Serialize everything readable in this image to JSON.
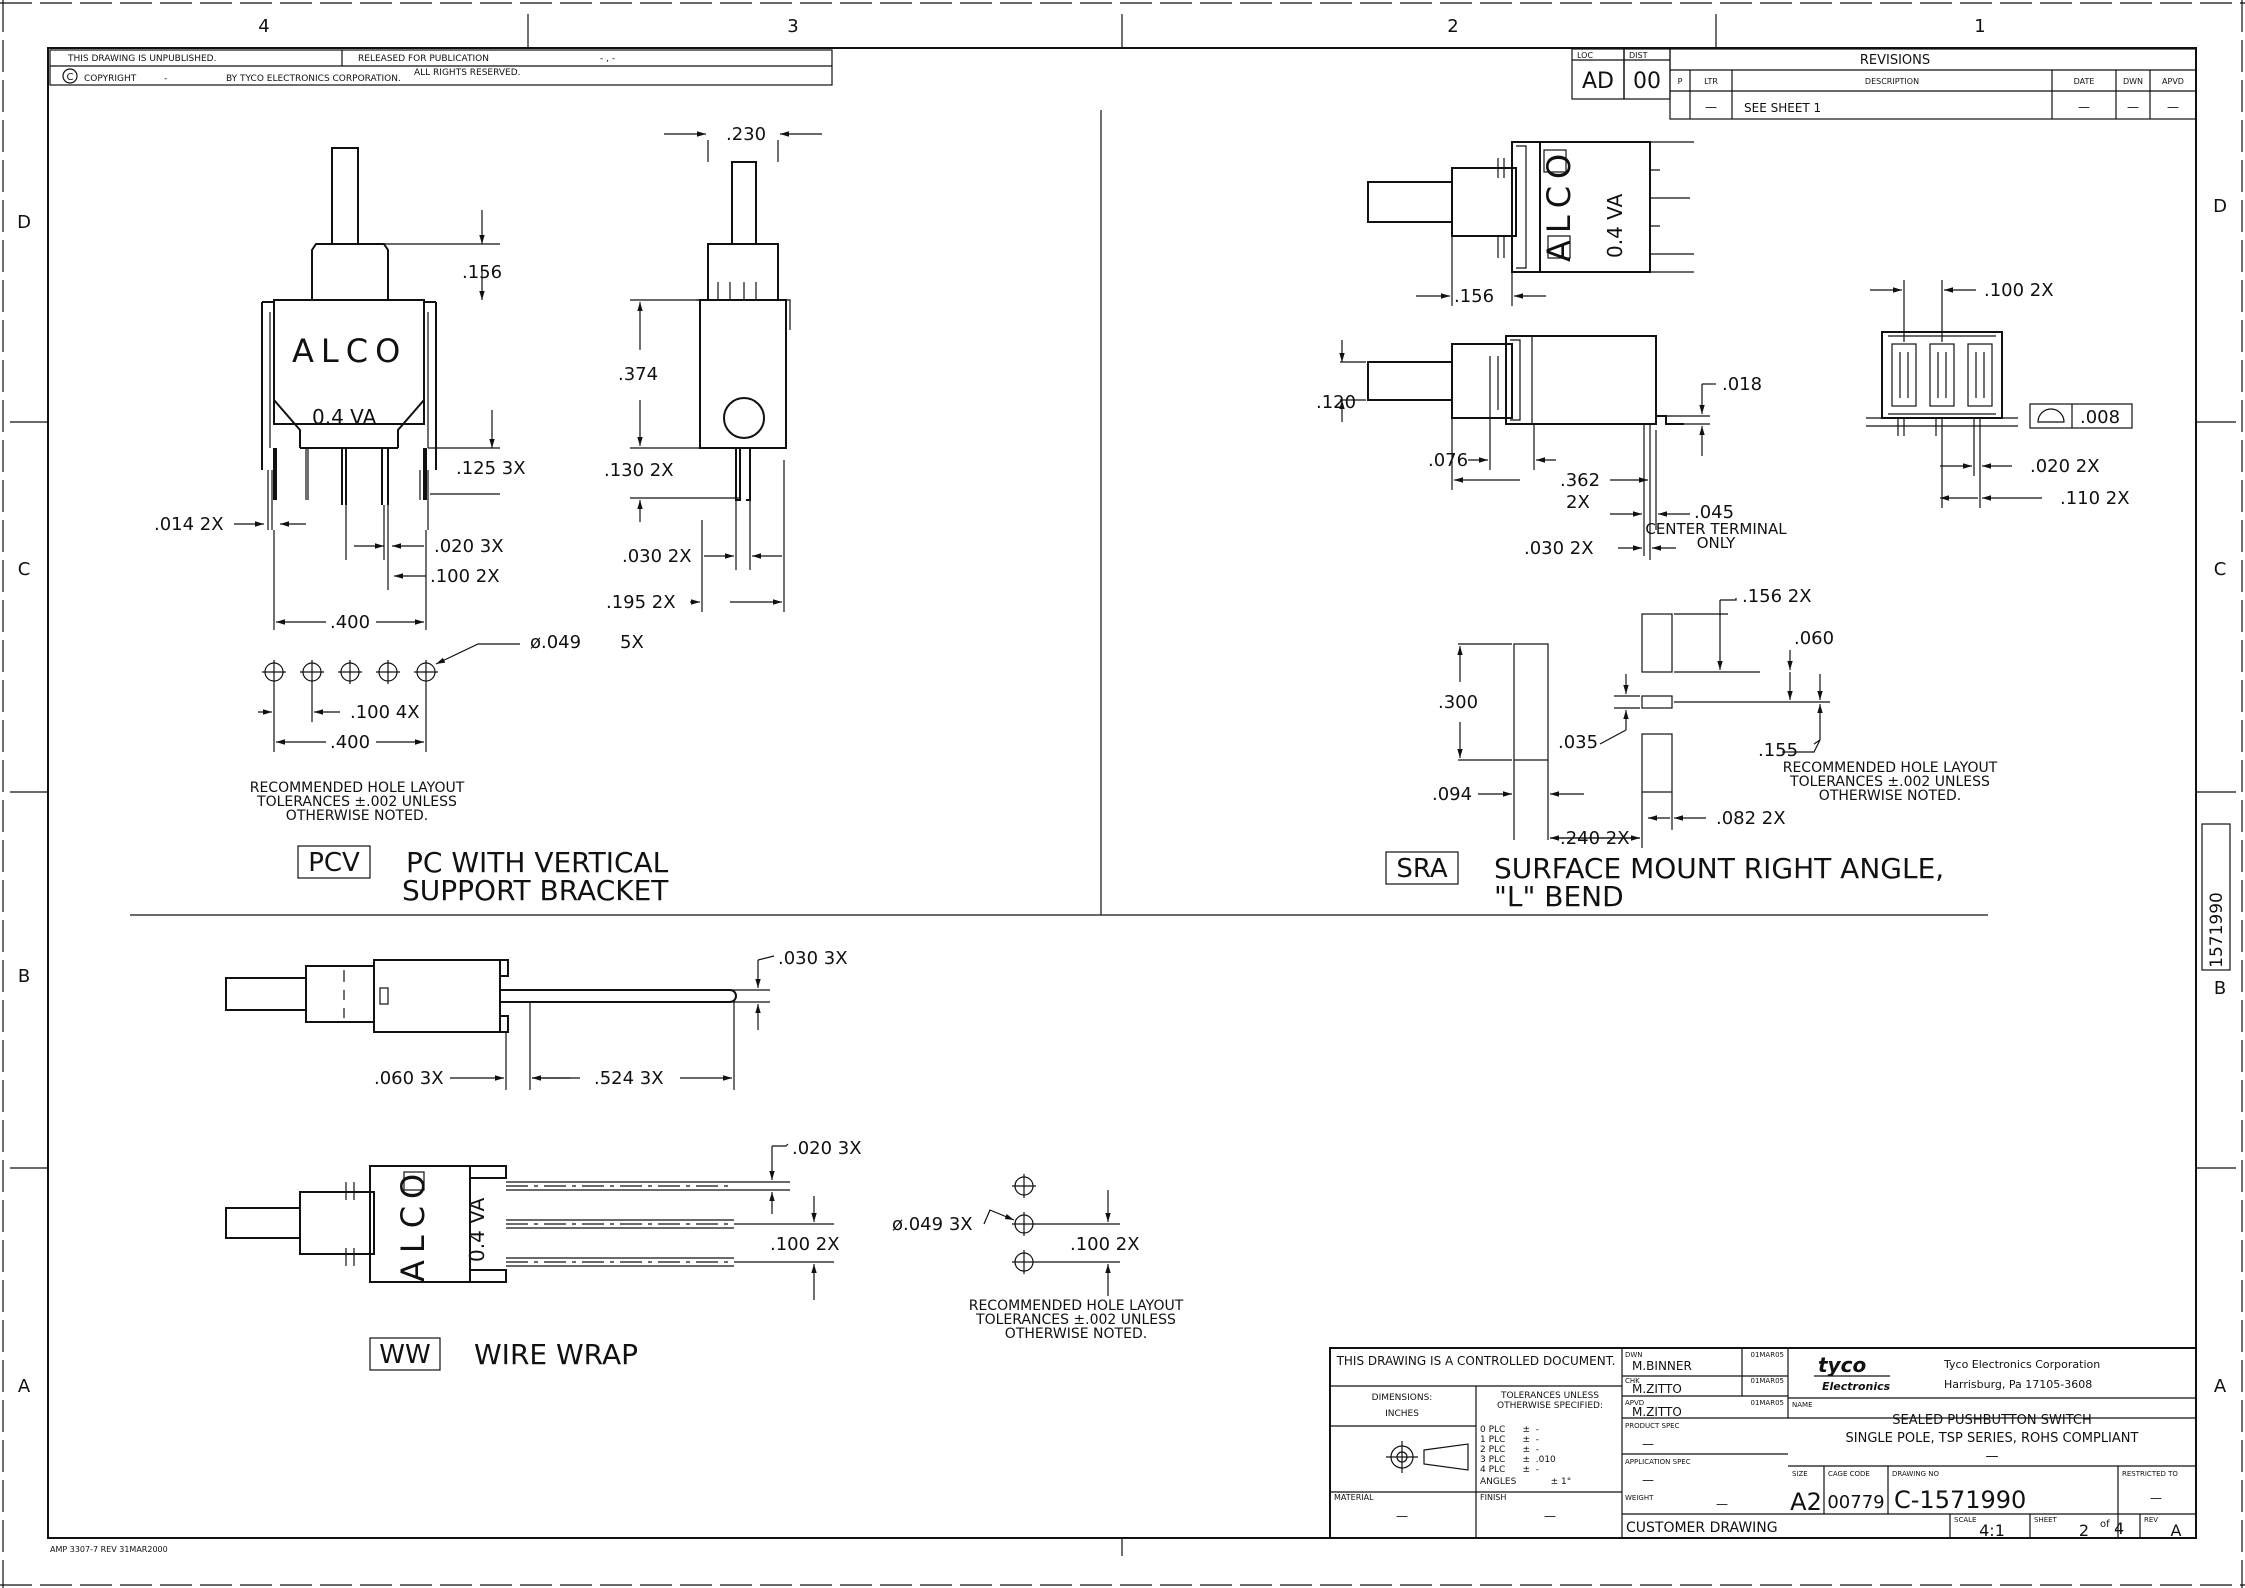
{
  "zones": {
    "top": [
      "4",
      "3",
      "2",
      "1"
    ],
    "left": [
      "D",
      "C",
      "B",
      "A"
    ],
    "right": [
      "D",
      "C",
      "B",
      "A"
    ]
  },
  "sidebar_drawing_no": "1571990",
  "header": {
    "unpublished": "THIS DRAWING IS UNPUBLISHED.",
    "released": "RELEASED FOR PUBLICATION",
    "released_value": "- , -",
    "copyright_symbol": "C",
    "copyright": "COPYRIGHT",
    "copyright_dash": "-",
    "by": "BY TYCO ELECTRONICS CORPORATION.",
    "rights": "ALL RIGHTS RESERVED."
  },
  "loc_dist": {
    "loc_label": "LOC",
    "loc": "AD",
    "dist_label": "DIST",
    "dist": "00"
  },
  "revisions": {
    "title": "REVISIONS",
    "col_p": "P",
    "col_ltr": "LTR",
    "col_description": "DESCRIPTION",
    "col_date": "DATE",
    "col_dwn": "DWN",
    "col_apvd": "APVD",
    "row_ltr": "—",
    "row_description": "SEE SHEET 1",
    "row_date": "—",
    "row_dwn": "—",
    "row_apvd": "—"
  },
  "pcv": {
    "part_letters": "ALCO",
    "rating": "0.4  VA",
    "dims": {
      "d156": ".156",
      "d125": ".125  3X",
      "d014": ".014  2X",
      "d020": ".020  3X",
      "d100": ".100  2X",
      "d400": ".400",
      "d230": ".230",
      "d374": ".374",
      "d130": ".130  2X",
      "d030": ".030  2X",
      "d195": ".195  2X",
      "hole_dia": "ø.049",
      "hole_qty": "5X",
      "hole_pitch": ".100  4X",
      "hole_span": ".400"
    },
    "note": [
      "RECOMMENDED HOLE LAYOUT",
      "TOLERANCES ±.002 UNLESS",
      "OTHERWISE NOTED."
    ],
    "code": "PCV",
    "title": [
      "PC WITH VERTICAL",
      "SUPPORT BRACKET"
    ]
  },
  "sra": {
    "dims": {
      "d156": ".156",
      "d120": ".120",
      "d018": ".018",
      "d076": ".076",
      "d362": ".362",
      "d362q": "2X",
      "d045": ".045",
      "center_terminal": [
        "CENTER TERMINAL",
        "ONLY"
      ],
      "d030": ".030  2X",
      "d100": ".100  2X",
      "flatness": ".008",
      "d020": ".020  2X",
      "d110": ".110  2X",
      "p156": ".156  2X",
      "p060": ".060",
      "p300": ".300",
      "p035": ".035",
      "p155": ".155",
      "p094": ".094",
      "p240": ".240  2X",
      "p082": ".082  2X"
    },
    "note": [
      "RECOMMENDED HOLE LAYOUT",
      "TOLERANCES ±.002 UNLESS",
      "OTHERWISE NOTED."
    ],
    "code": "SRA",
    "title": [
      "SURFACE MOUNT RIGHT ANGLE,",
      "\"L\"  BEND"
    ]
  },
  "ww": {
    "part_letters": "ALCO",
    "rating": "0.4  VA",
    "dims": {
      "d030": ".030  3X",
      "d060": ".060  3X",
      "d524": ".524  3X",
      "d020": ".020  3X",
      "d100": ".100  2X",
      "hole_dia": "ø.049  3X",
      "hole_pitch": ".100  2X"
    },
    "note": [
      "RECOMMENDED HOLE LAYOUT",
      "TOLERANCES ±.002 UNLESS",
      "OTHERWISE NOTED."
    ],
    "code": "WW",
    "title": "WIRE WRAP"
  },
  "title_block": {
    "controlled": "THIS DRAWING IS A CONTROLLED DOCUMENT.",
    "dimensions_label": "DIMENSIONS:",
    "dimensions_value": "INCHES",
    "tolerances_label": [
      "TOLERANCES UNLESS",
      "OTHERWISE SPECIFIED:"
    ],
    "tolerance_rows": [
      "0 PLC      ±  -",
      "1 PLC      ±  -",
      "2 PLC      ±  -",
      "3 PLC      ±  .010",
      "4 PLC      ±  -",
      "ANGLES            ± 1°"
    ],
    "material_label": "MATERIAL",
    "material_value": "—",
    "finish_label": "FINISH",
    "finish_value": "—",
    "dwn_label": "DWN",
    "dwn_name": "M.BINNER",
    "dwn_date": "01MAR05",
    "chk_label": "CHK",
    "chk_name": "M.ZITTO",
    "chk_date": "01MAR05",
    "apvd_label": "APVD",
    "apvd_name": "M.ZITTO",
    "apvd_date": "01MAR05",
    "product_spec_label": "PRODUCT SPEC",
    "product_spec_value": "—",
    "application_spec_label": "APPLICATION SPEC",
    "application_spec_value": "—",
    "weight_label": "WEIGHT",
    "weight_value": "—",
    "customer_drawing": "CUSTOMER DRAWING",
    "logo_top": "tyco",
    "logo_bottom": "Electronics",
    "company": "Tyco Electronics Corporation",
    "address": "Harrisburg, Pa 17105-3608",
    "name_label": "NAME",
    "name_lines": [
      "SEALED PUSHBUTTON SWITCH",
      "SINGLE POLE, TSP SERIES, ROHS COMPLIANT",
      "—"
    ],
    "size_label": "SIZE",
    "size_value": "A2",
    "cage_label": "CAGE CODE",
    "cage_value": "00779",
    "drawing_no_label": "DRAWING NO",
    "drawing_no_value": "C-1571990",
    "restricted_label": "RESTRICTED TO",
    "restricted_value": "—",
    "scale_label": "SCALE",
    "scale_value": "4:1",
    "sheet_label": "SHEET",
    "sheet_value": "2",
    "sheet_of": "of",
    "sheet_total": "4",
    "rev_label": "REV",
    "rev_value": "A"
  },
  "footer_form": "AMP 3307-7 REV 31MAR2000"
}
